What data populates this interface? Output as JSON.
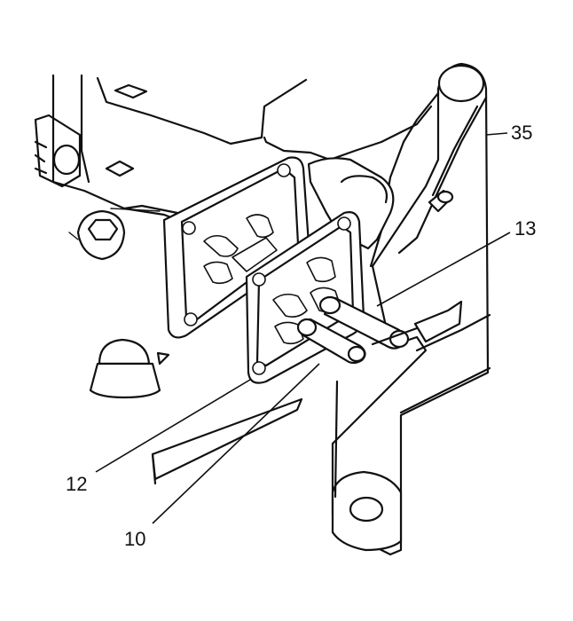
{
  "callouts": [
    {
      "id": "35",
      "label": "35"
    },
    {
      "id": "13",
      "label": "13"
    },
    {
      "id": "12",
      "label": "12"
    },
    {
      "id": "10",
      "label": "10"
    }
  ]
}
